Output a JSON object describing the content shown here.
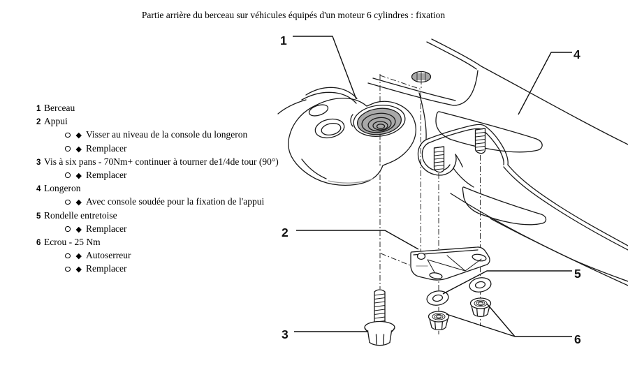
{
  "title": "Partie arrière du berceau sur véhicules équipés d'un moteur 6 cylindres : fixation",
  "bullet": {
    "diamond": "◆"
  },
  "parts": [
    {
      "num": "1",
      "label": "Berceau",
      "notes": []
    },
    {
      "num": "2",
      "label": "Appui",
      "notes": [
        "Visser au niveau de la console du longeron",
        "Remplacer"
      ]
    },
    {
      "num": "3",
      "label": "Vis à six pans - 70Nm+ continuer à tourner de1/4de tour (90°)",
      "notes": [
        "Remplacer"
      ]
    },
    {
      "num": "4",
      "label": "Longeron",
      "notes": [
        "Avec console soudée pour la fixation de l'appui"
      ]
    },
    {
      "num": "5",
      "label": "Rondelle entretoise",
      "notes": [
        "Remplacer"
      ]
    },
    {
      "num": "6",
      "label": "Ecrou - 25 Nm",
      "notes": [
        "Autoserreur",
        "Remplacer"
      ]
    }
  ],
  "diagram": {
    "callouts": [
      "1",
      "2",
      "3",
      "4",
      "5",
      "6"
    ],
    "colors": {
      "line": "#1a1a1a",
      "mount_fill": "#a9a9a9",
      "shade": "#999999",
      "background": "#ffffff"
    }
  }
}
